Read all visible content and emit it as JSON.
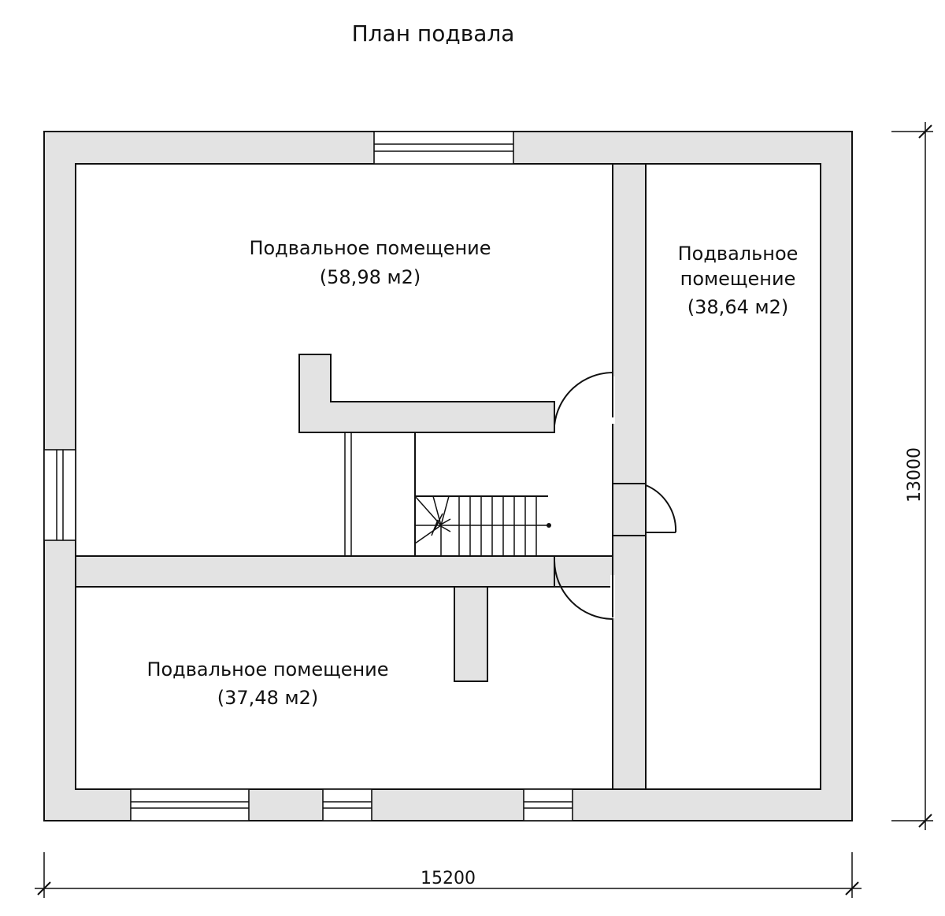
{
  "title": "План подвала",
  "rooms": [
    {
      "name": "Подвальное помещение",
      "area": "(58,98 м2)"
    },
    {
      "name_line1": "Подвальное",
      "name_line2": "помещение",
      "area": "(38,64 м2)"
    },
    {
      "name": "Подвальное помещение",
      "area": "(37,48 м2)"
    }
  ],
  "dimensions": {
    "width": "15200",
    "height": "13000"
  },
  "colors": {
    "wall_fill": "#e3e3e3",
    "line": "#111111"
  }
}
